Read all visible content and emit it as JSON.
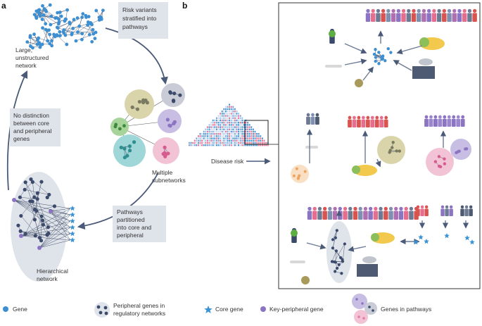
{
  "panels": {
    "a": "a",
    "b": "b"
  },
  "panel_a": {
    "large_network_label": [
      "Large,",
      "unstructured",
      "network"
    ],
    "box_risk": [
      "Risk variants",
      "stratified into",
      "pathways"
    ],
    "box_no_distinction": [
      "No distinction",
      "between core",
      "and peripheral",
      "genes"
    ],
    "box_partitioned": [
      "Pathways",
      "partitioned",
      "into core and",
      "peripheral"
    ],
    "multiple_label": [
      "Multiple",
      "subnetworks"
    ],
    "hierarchical_label": [
      "Hierarchical",
      "network"
    ]
  },
  "panel_b": {
    "disease_risk_label": "Disease risk"
  },
  "legend": {
    "gene": "Gene",
    "peripheral": [
      "Peripheral genes in",
      "regulatory networks"
    ],
    "core": "Core gene",
    "key_peripheral": "Key-peripheral gene",
    "pathways": "Genes in pathways"
  },
  "colors": {
    "gene_blue": "#3d8fd1",
    "core_star": "#3a93d6",
    "key_peripheral": "#8b74c2",
    "navy_node": "#3b4a6b",
    "box_fill": "#dfe3ea",
    "olive": "#d9d4a9",
    "lilac": "#c8bde3",
    "green": "#a6d49a",
    "teal": "#9fd7d8",
    "pink": "#f2c3d5"
  }
}
